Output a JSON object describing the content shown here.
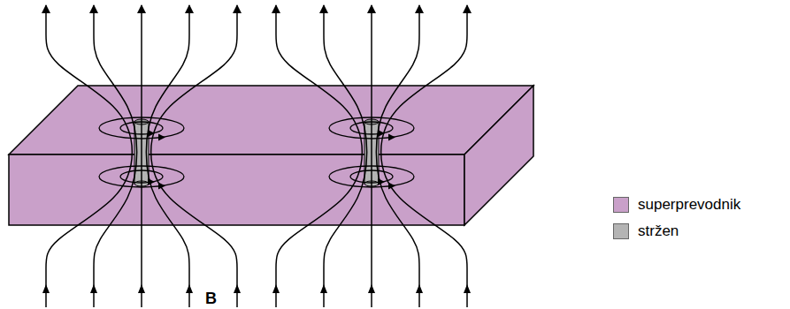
{
  "diagram": {
    "labels": [
      "B"
    ],
    "legend": [
      {
        "text": "superprevodnik",
        "color": "#c9a0c9"
      },
      {
        "text": "stržen",
        "color": "#b4b4b4"
      }
    ]
  }
}
